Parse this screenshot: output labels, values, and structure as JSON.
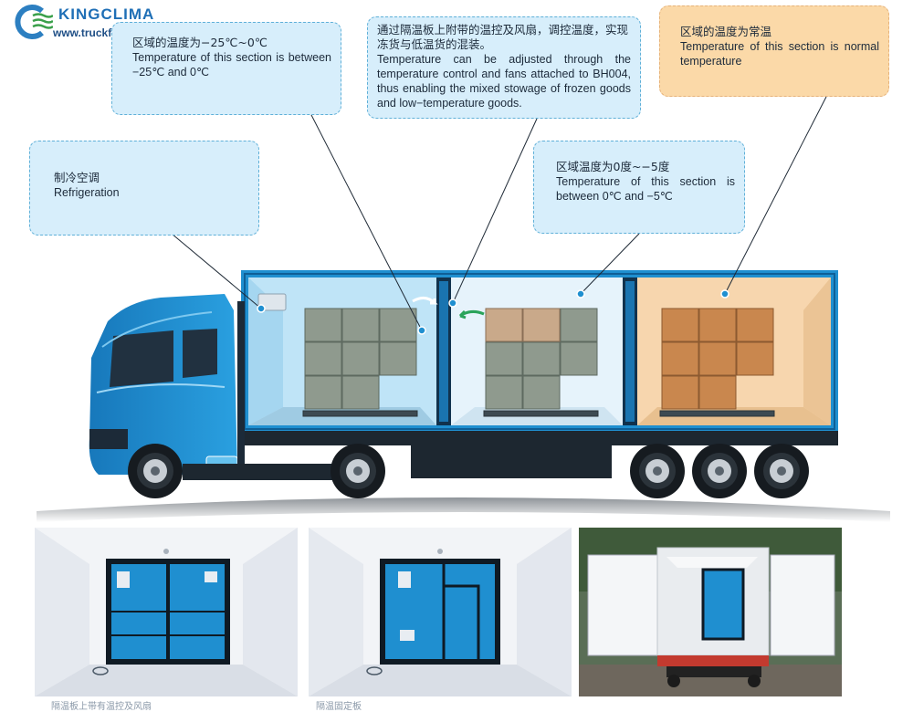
{
  "brand": {
    "name": "KINGCLIMA",
    "url": "www.truckfrigo.com"
  },
  "callouts": {
    "frozen": {
      "zh": "区域的温度为−25℃~0℃",
      "en": "Temperature of this section is between −25℃ and 0℃"
    },
    "bulkhead": {
      "zh": "通过隔温板上附带的温控及风扇，调控温度，实现冻货与低温货的混装。",
      "en": "Temperature can be adjusted through the temperature control and fans attached to BH004, thus enabling the mixed stowage of frozen goods and low−temperature goods."
    },
    "normal": {
      "zh": "区域的温度为常温",
      "en": "Temperature of this section is normal temperature"
    },
    "refrigeration": {
      "zh": "制冷空调",
      "en": "Refrigeration"
    },
    "chilled": {
      "zh": "区域温度为0度~−5度",
      "en": "Temperature of this section is between 0℃ and −5℃"
    }
  },
  "colors": {
    "box": "#1f8fd0",
    "cab": "#1e88c9",
    "frozen_zone": "#bfe4f7",
    "chilled_zone": "#e6f3fb",
    "normal_zone": "#f7d6ae",
    "callout_cool": "#d7eefb",
    "callout_warm": "#fbd9a8"
  },
  "captions": [
    "隔温板上带有温控及风扇",
    "隔温固定板"
  ]
}
